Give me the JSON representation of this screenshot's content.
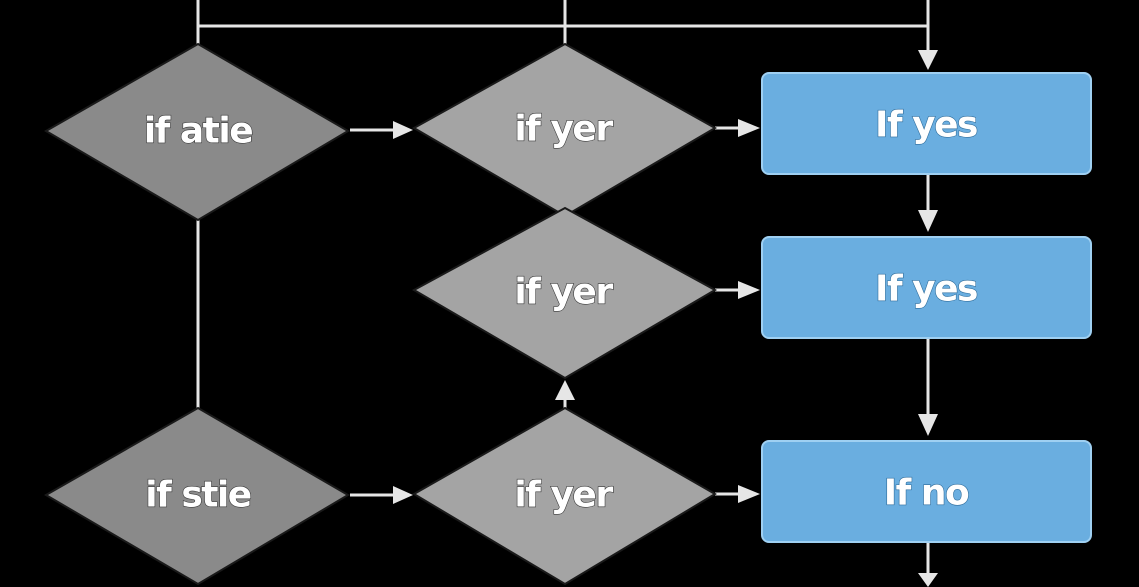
{
  "diagram": {
    "decisions": [
      {
        "label": "if atie"
      },
      {
        "label": "if yer"
      },
      {
        "label": "if yer"
      },
      {
        "label": "if stie"
      },
      {
        "label": "if yer"
      }
    ],
    "processes": [
      {
        "label": "If yes"
      },
      {
        "label": "If yes"
      },
      {
        "label": "If no"
      }
    ]
  },
  "colors": {
    "background": "#000000",
    "decision_fill": "#a4a4a4",
    "decision_fill_dark": "#8a8a8a",
    "process_fill": "#6aaee0",
    "process_border": "#9fd0f2",
    "connector": "#e6e6e6"
  }
}
